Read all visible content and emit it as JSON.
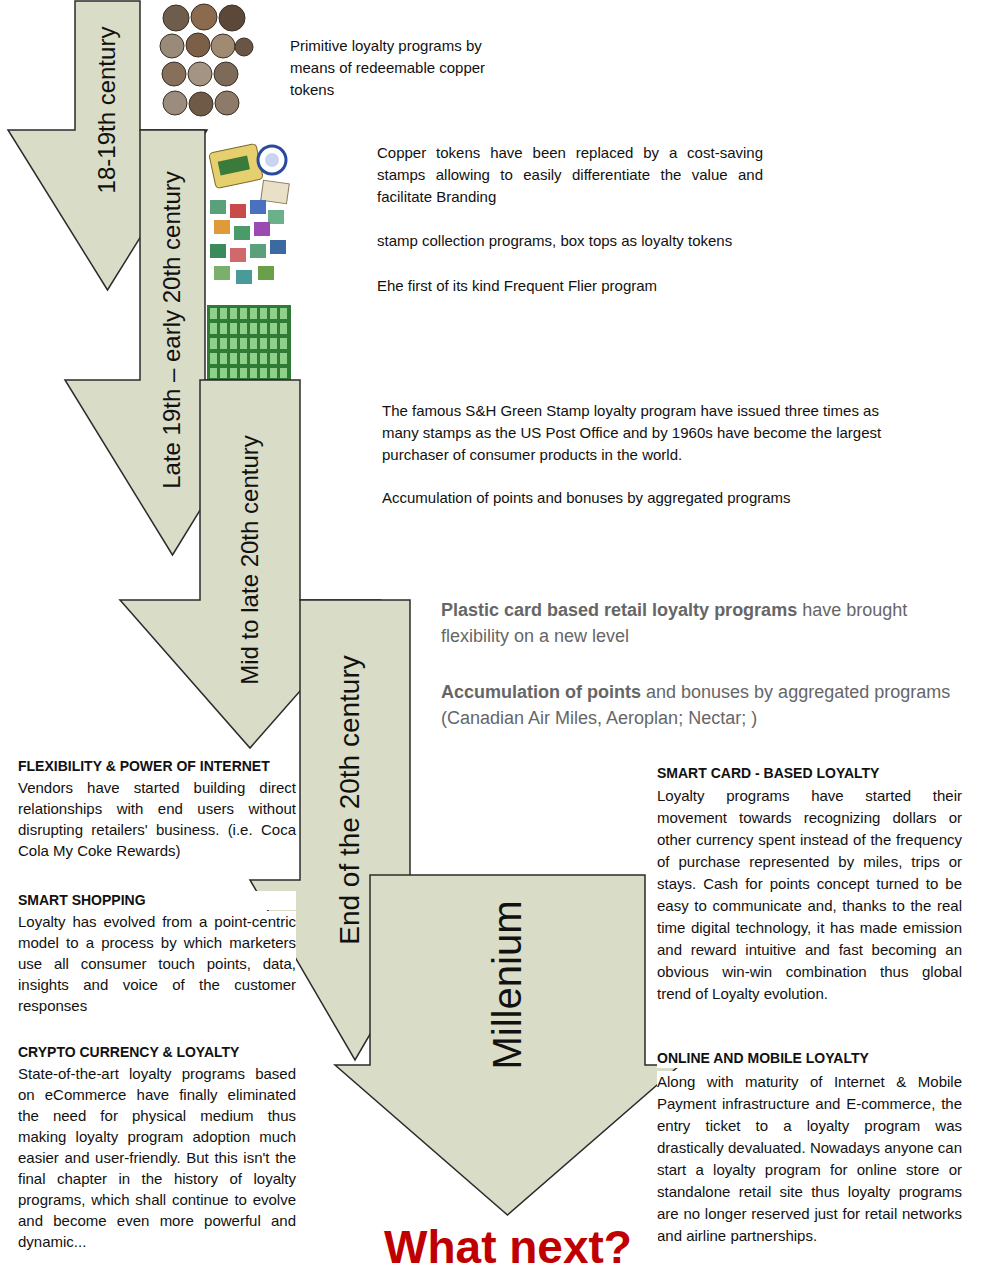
{
  "diagram": {
    "nodes": [
      {
        "text": [
          "18-19th century"
        ]
      },
      {
        "text": [
          "Late 19th – early 20th century"
        ]
      },
      {
        "text": [
          "Mid to late 20th century"
        ]
      },
      {
        "text": [
          "End of the 20th century"
        ]
      },
      {
        "text": [
          "Millenium"
        ]
      }
    ],
    "labels": [
      "Primitive loyalty programs by means of redeemable copper tokens",
      "Copper tokens have been replaced by a cost-saving stamps allowing to easily differentiate the value and facilitate Branding",
      "stamp collection programs, box tops as loyalty tokens",
      "Ehe first of its kind Frequent Flier program",
      "The famous S&H Green Stamp loyalty program have issued three times as many stamps as the US Post Office and by 1960s have become the largest purchaser of consumer products in the world.",
      "Accumulation of points and bonuses by aggregated programs",
      "Plastic card based retail loyalty programs",
      "have brought flexibility on a new level",
      "Accumulation of points",
      "and bonuses by aggregated programs (Canadian Air Miles, Aeroplan; Nectar; )",
      "FLEXIBILITY & POWER OF INTERNET",
      "Vendors have started building direct relationships with end users without disrupting retailers' business. (i.e. Coca Cola My Coke Rewards)",
      "SMART CARD - BASED LOYALTY",
      "Loyalty programs have started their movement towards recognizing dollars or other currency spent instead of the frequency of purchase represented by miles, trips or stays. Cash for points concept turned to be easy to communicate and, thanks to the real time digital technology, it has made emission and reward intuitive and fast becoming an obvious win-win combination thus global trend of Loyalty evolution.",
      "SMART SHOPPING",
      "Loyalty has evolved from a point-centric model to a process by which marketers use all consumer touch points, data, insights and voice of the customer responses",
      "CRYPTO CURRENCY & LOYALTY",
      "State-of-the-art loyalty programs based on eCommerce have finally eliminated the need for physical medium thus making loyalty program adoption much easier and user-friendly. But this isn't the final chapter in the history of loyalty programs, which shall continue to evolve and become even more powerful and dynamic...",
      "ONLINE AND MOBILE LOYALTY",
      "Along with maturity of Internet & Mobile Payment infrastructure and E-commerce, the entry ticket to a loyalty program was drastically devaluated. Nowadays anyone can start a loyalty program for online store or standalone retail site thus loyalty programs are no longer reserved just for retail networks and airline partnerships.",
      "What next?"
    ]
  }
}
